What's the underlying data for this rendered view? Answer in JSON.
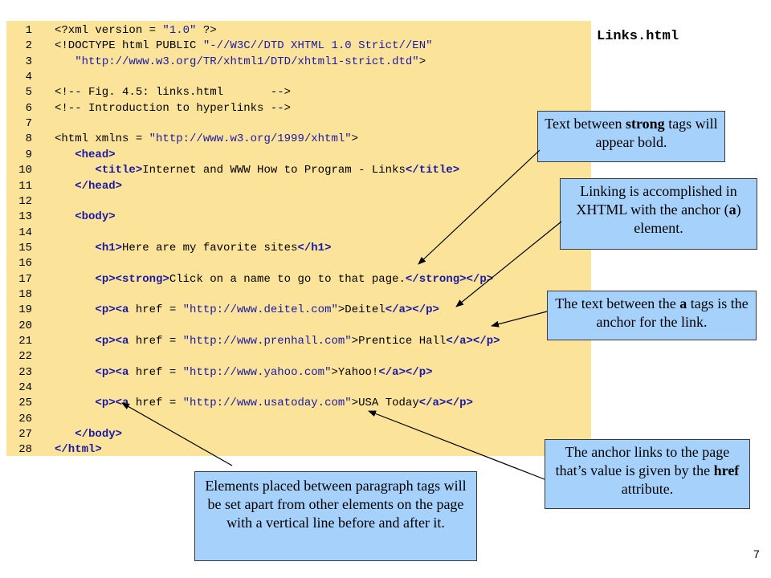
{
  "file_name": "Links.html",
  "slide_number": "7",
  "code_lines": [
    {
      "n": "1",
      "parts": [
        [
          "t",
          "<?xml version = "
        ],
        [
          "s",
          "\"1.0\""
        ],
        [
          "t",
          " ?>"
        ]
      ]
    },
    {
      "n": "2",
      "parts": [
        [
          "t",
          "<!DOCTYPE html PUBLIC "
        ],
        [
          "s",
          "\"-//W3C//DTD XHTML 1.0 Strict//EN\""
        ]
      ]
    },
    {
      "n": "3",
      "parts": [
        [
          "t",
          "   "
        ],
        [
          "s",
          "\"http://www.w3.org/TR/xhtml1/DTD/xhtml1-strict.dtd\""
        ],
        [
          "t",
          ">"
        ]
      ]
    },
    {
      "n": "4",
      "parts": []
    },
    {
      "n": "5",
      "parts": [
        [
          "t",
          "<!-- Fig. 4.5: links.html       -->"
        ]
      ]
    },
    {
      "n": "6",
      "parts": [
        [
          "t",
          "<!-- Introduction to hyperlinks -->"
        ]
      ]
    },
    {
      "n": "7",
      "parts": []
    },
    {
      "n": "8",
      "parts": [
        [
          "t",
          "<html xmlns = "
        ],
        [
          "s",
          "\"http://www.w3.org/1999/xhtml\""
        ],
        [
          "t",
          ">"
        ]
      ]
    },
    {
      "n": "9",
      "parts": [
        [
          "t",
          "   "
        ],
        [
          "g",
          "<head>"
        ]
      ]
    },
    {
      "n": "10",
      "parts": [
        [
          "t",
          "      "
        ],
        [
          "g",
          "<title>"
        ],
        [
          "t",
          "Internet and WWW How to Program - Links"
        ],
        [
          "g",
          "</title>"
        ]
      ]
    },
    {
      "n": "11",
      "parts": [
        [
          "t",
          "   "
        ],
        [
          "g",
          "</head>"
        ]
      ]
    },
    {
      "n": "12",
      "parts": []
    },
    {
      "n": "13",
      "parts": [
        [
          "t",
          "   "
        ],
        [
          "g",
          "<body>"
        ]
      ]
    },
    {
      "n": "14",
      "parts": []
    },
    {
      "n": "15",
      "parts": [
        [
          "t",
          "      "
        ],
        [
          "g",
          "<h1>"
        ],
        [
          "t",
          "Here are my favorite sites"
        ],
        [
          "g",
          "</h1>"
        ]
      ]
    },
    {
      "n": "16",
      "parts": []
    },
    {
      "n": "17",
      "parts": [
        [
          "t",
          "      "
        ],
        [
          "g",
          "<p><strong>"
        ],
        [
          "t",
          "Click on a name to go to that page."
        ],
        [
          "g",
          "</strong></p>"
        ]
      ]
    },
    {
      "n": "18",
      "parts": []
    },
    {
      "n": "19",
      "parts": [
        [
          "t",
          "      "
        ],
        [
          "g",
          "<p><a"
        ],
        [
          "t",
          " href = "
        ],
        [
          "s",
          "\"http://www.deitel.com\""
        ],
        [
          "t",
          ">Deitel"
        ],
        [
          "g",
          "</a></p>"
        ]
      ]
    },
    {
      "n": "20",
      "parts": []
    },
    {
      "n": "21",
      "parts": [
        [
          "t",
          "      "
        ],
        [
          "g",
          "<p><a"
        ],
        [
          "t",
          " href = "
        ],
        [
          "s",
          "\"http://www.prenhall.com\""
        ],
        [
          "t",
          ">Prentice Hall"
        ],
        [
          "g",
          "</a></p>"
        ]
      ]
    },
    {
      "n": "22",
      "parts": []
    },
    {
      "n": "23",
      "parts": [
        [
          "t",
          "      "
        ],
        [
          "g",
          "<p><a"
        ],
        [
          "t",
          " href = "
        ],
        [
          "s",
          "\"http://www.yahoo.com\""
        ],
        [
          "t",
          ">Yahoo!"
        ],
        [
          "g",
          "</a></p>"
        ]
      ]
    },
    {
      "n": "24",
      "parts": []
    },
    {
      "n": "25",
      "parts": [
        [
          "t",
          "      "
        ],
        [
          "g",
          "<p><a"
        ],
        [
          "t",
          " href = "
        ],
        [
          "s",
          "\"http://www.usatoday.com\""
        ],
        [
          "t",
          ">USA Today"
        ],
        [
          "g",
          "</a></p>"
        ]
      ]
    },
    {
      "n": "26",
      "parts": []
    },
    {
      "n": "27",
      "parts": [
        [
          "t",
          "   "
        ],
        [
          "g",
          "</body>"
        ]
      ]
    },
    {
      "n": "28",
      "parts": [
        [
          "g",
          "</html>"
        ]
      ]
    }
  ],
  "callouts": {
    "strong": [
      "Text between ",
      "strong",
      " tags will appear bold."
    ],
    "anchor_element": [
      "Linking is accomplished in XHTML with the anchor (",
      "a",
      ") element."
    ],
    "anchor_text": [
      "The text between the ",
      "a",
      " tags is the anchor for the link."
    ],
    "href": [
      "The anchor links to the page that’s value is given by the ",
      "href",
      " attribute."
    ],
    "paragraph": "Elements placed between paragraph tags will be set apart from other elements on the page with a vertical line before and after it."
  },
  "colors": {
    "code_background": "#fbe39a",
    "callout_background": "#a6d1fb",
    "tag_color": "#1a1aa6"
  }
}
